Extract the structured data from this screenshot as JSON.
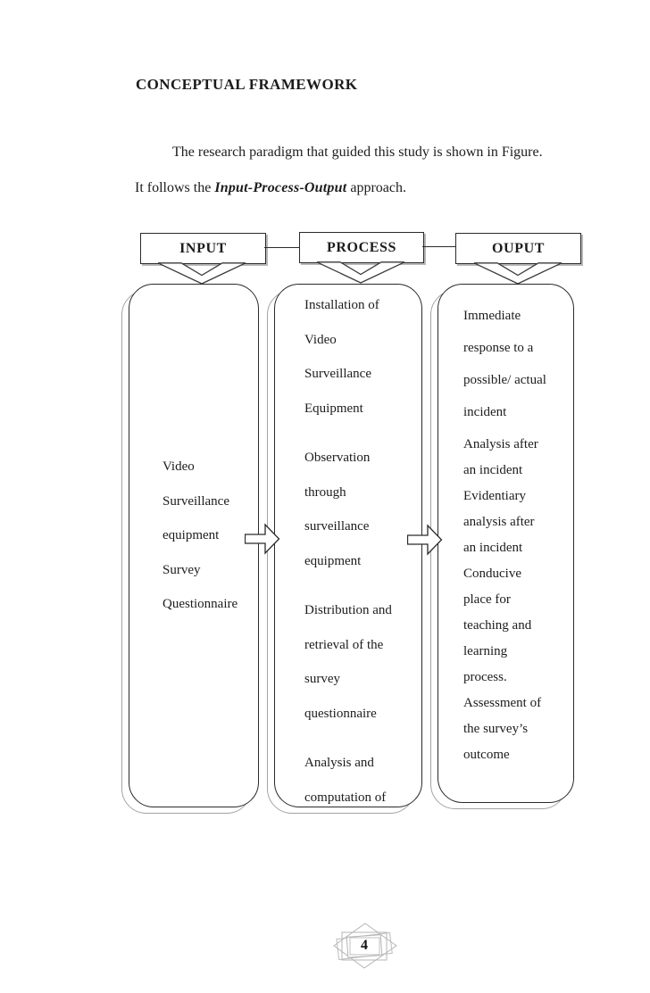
{
  "page": {
    "heading": "CONCEPTUAL FRAMEWORK",
    "intro_line1": "The research paradigm that guided this study is shown in Figure.",
    "intro_line2_prefix": "It follows the ",
    "intro_line2_emphasis": "Input-Process-Output",
    "intro_line2_suffix": " approach.",
    "page_number": "4"
  },
  "diagram": {
    "headers": [
      {
        "id": "input",
        "label": "INPUT"
      },
      {
        "id": "process",
        "label": "PROCESS"
      },
      {
        "id": "output",
        "label": "OUPUT"
      }
    ],
    "boxes": [
      {
        "id": "input-box",
        "groups": [
          [
            "Video",
            "Surveillance",
            "equipment",
            "Survey",
            "Questionnaire"
          ]
        ]
      },
      {
        "id": "process-box",
        "groups": [
          [
            "Installation of",
            "Video",
            "Surveillance",
            "Equipment"
          ],
          [
            "Observation",
            "through",
            "surveillance",
            "equipment"
          ],
          [
            "Distribution and",
            "retrieval of the",
            "survey",
            "questionnaire"
          ],
          [
            "Analysis and",
            "computation of"
          ]
        ]
      },
      {
        "id": "output-box",
        "groups": [
          [
            "Immediate",
            "response to a",
            "possible/ actual",
            "incident"
          ],
          [
            "Analysis after",
            "an incident"
          ],
          [
            "Evidentiary",
            "analysis after",
            "an incident"
          ],
          [
            "Conducive",
            "place for",
            "teaching and",
            "learning",
            "process."
          ],
          [
            "Assessment of",
            "the survey’s",
            "outcome"
          ]
        ]
      }
    ]
  },
  "colors": {
    "text": "#1c1c1c",
    "border": "#2a2a2a",
    "echo_outline": "#a3a3a3",
    "ornament": "#b5b5b5"
  },
  "icons": {
    "down_arrow": "chevron-down-block-arrow",
    "right_arrow": "right-block-arrow",
    "page_ornament": "overlapping-rect-diamond-seal"
  }
}
